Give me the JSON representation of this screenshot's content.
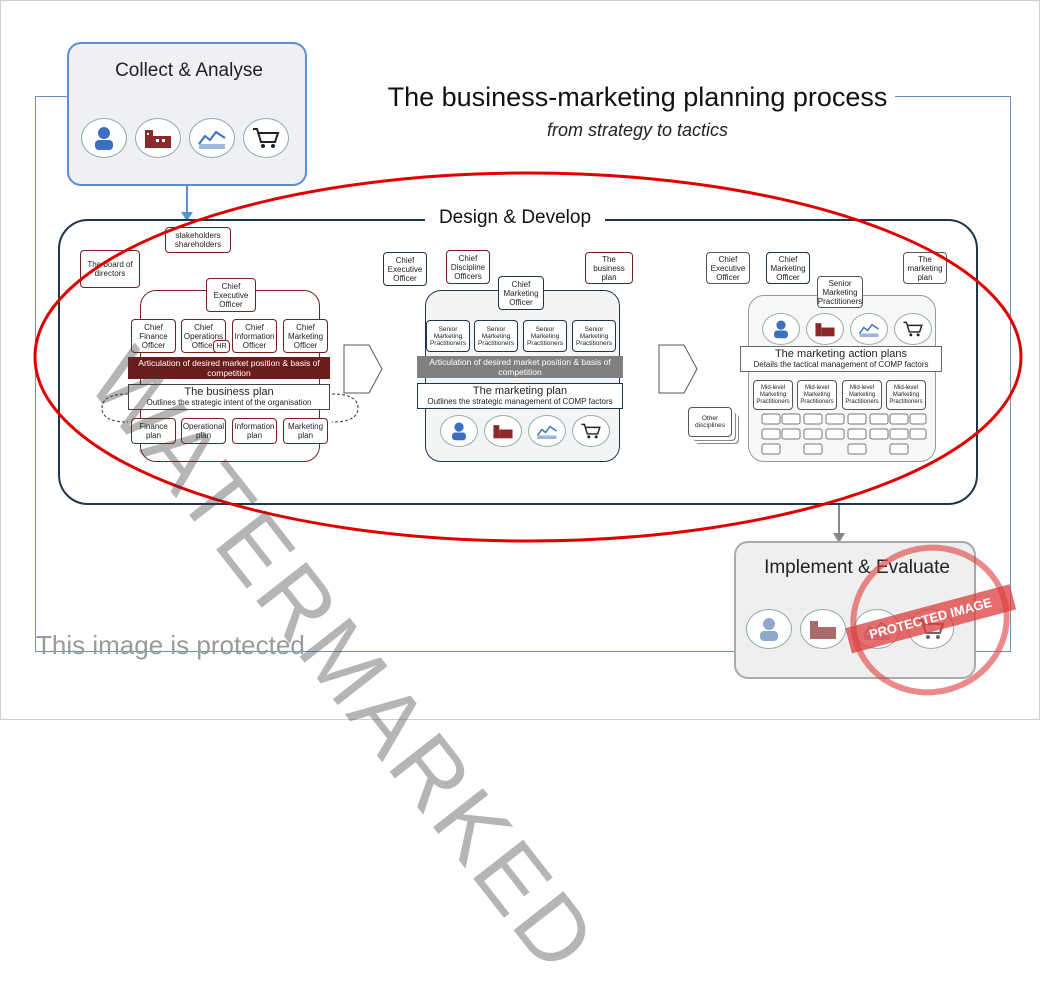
{
  "title": "The business-marketing planning process",
  "subtitle": "from strategy to tactics",
  "collect": {
    "label": "Collect & Analyse"
  },
  "design": {
    "label": "Design & Develop"
  },
  "implement": {
    "label": "Implement & Evaluate"
  },
  "left": {
    "stakeholders": "stakeholders shareholders",
    "board": "The board of directors",
    "ceo": "Chief Executive Officer",
    "officers": [
      "Chief Finance Officer",
      "Chief Operations Officer",
      "Chief Information Officer",
      "Chief Marketing Officer"
    ],
    "hr": "HR",
    "band": "Articulation of desired market position & basis of competition",
    "plan_title": "The business plan",
    "plan_sub": "Outlines the strategic intent of the organisation",
    "plans": [
      "Finance plan",
      "Operational plan",
      "Information plan",
      "Marketing plan"
    ]
  },
  "middle": {
    "ceo": "Chief Executive Officer",
    "cdo": "Chief Discipline Officers",
    "bplan": "The business plan",
    "cmo": "Chief Marketing Officer",
    "smp": [
      "Senior Marketing Practitioners",
      "Senior Marketing Practitioners",
      "Senior Marketing Practitioners",
      "Senior Marketing Practitioners"
    ],
    "band": "Articulation of desired market position & basis of competition",
    "plan_title": "The marketing plan",
    "plan_sub": "Outlines the strategic management of COMP factors"
  },
  "right": {
    "ceo": "Chief Executive Officer",
    "cmo": "Chief Marketing Officer",
    "mplan": "The marketing plan",
    "smp": "Senior Marketing Practitioners",
    "plan_title": "The marketing action plans",
    "plan_sub": "Details the tactical management of COMP factors",
    "mmp": [
      "Mid-level Marketing Practitioners",
      "Mid-level Marketing Practitioners",
      "Mid-level Marketing Practitioners",
      "Mid-level Marketing Practitioners"
    ],
    "other": "Other disciplines"
  },
  "watermark": "WATERMARKED",
  "protected_text": "This image is protected",
  "stamp_text": "PROTECTED IMAGE",
  "colors": {
    "blue": "#5b8ed0",
    "navy": "#1e3550",
    "maroon": "#6b1d1d",
    "red": "#e00000",
    "grey_band": "#808080"
  },
  "icons": [
    "person-icon",
    "factory-icon",
    "market-chart-icon",
    "shopping-cart-icon"
  ]
}
